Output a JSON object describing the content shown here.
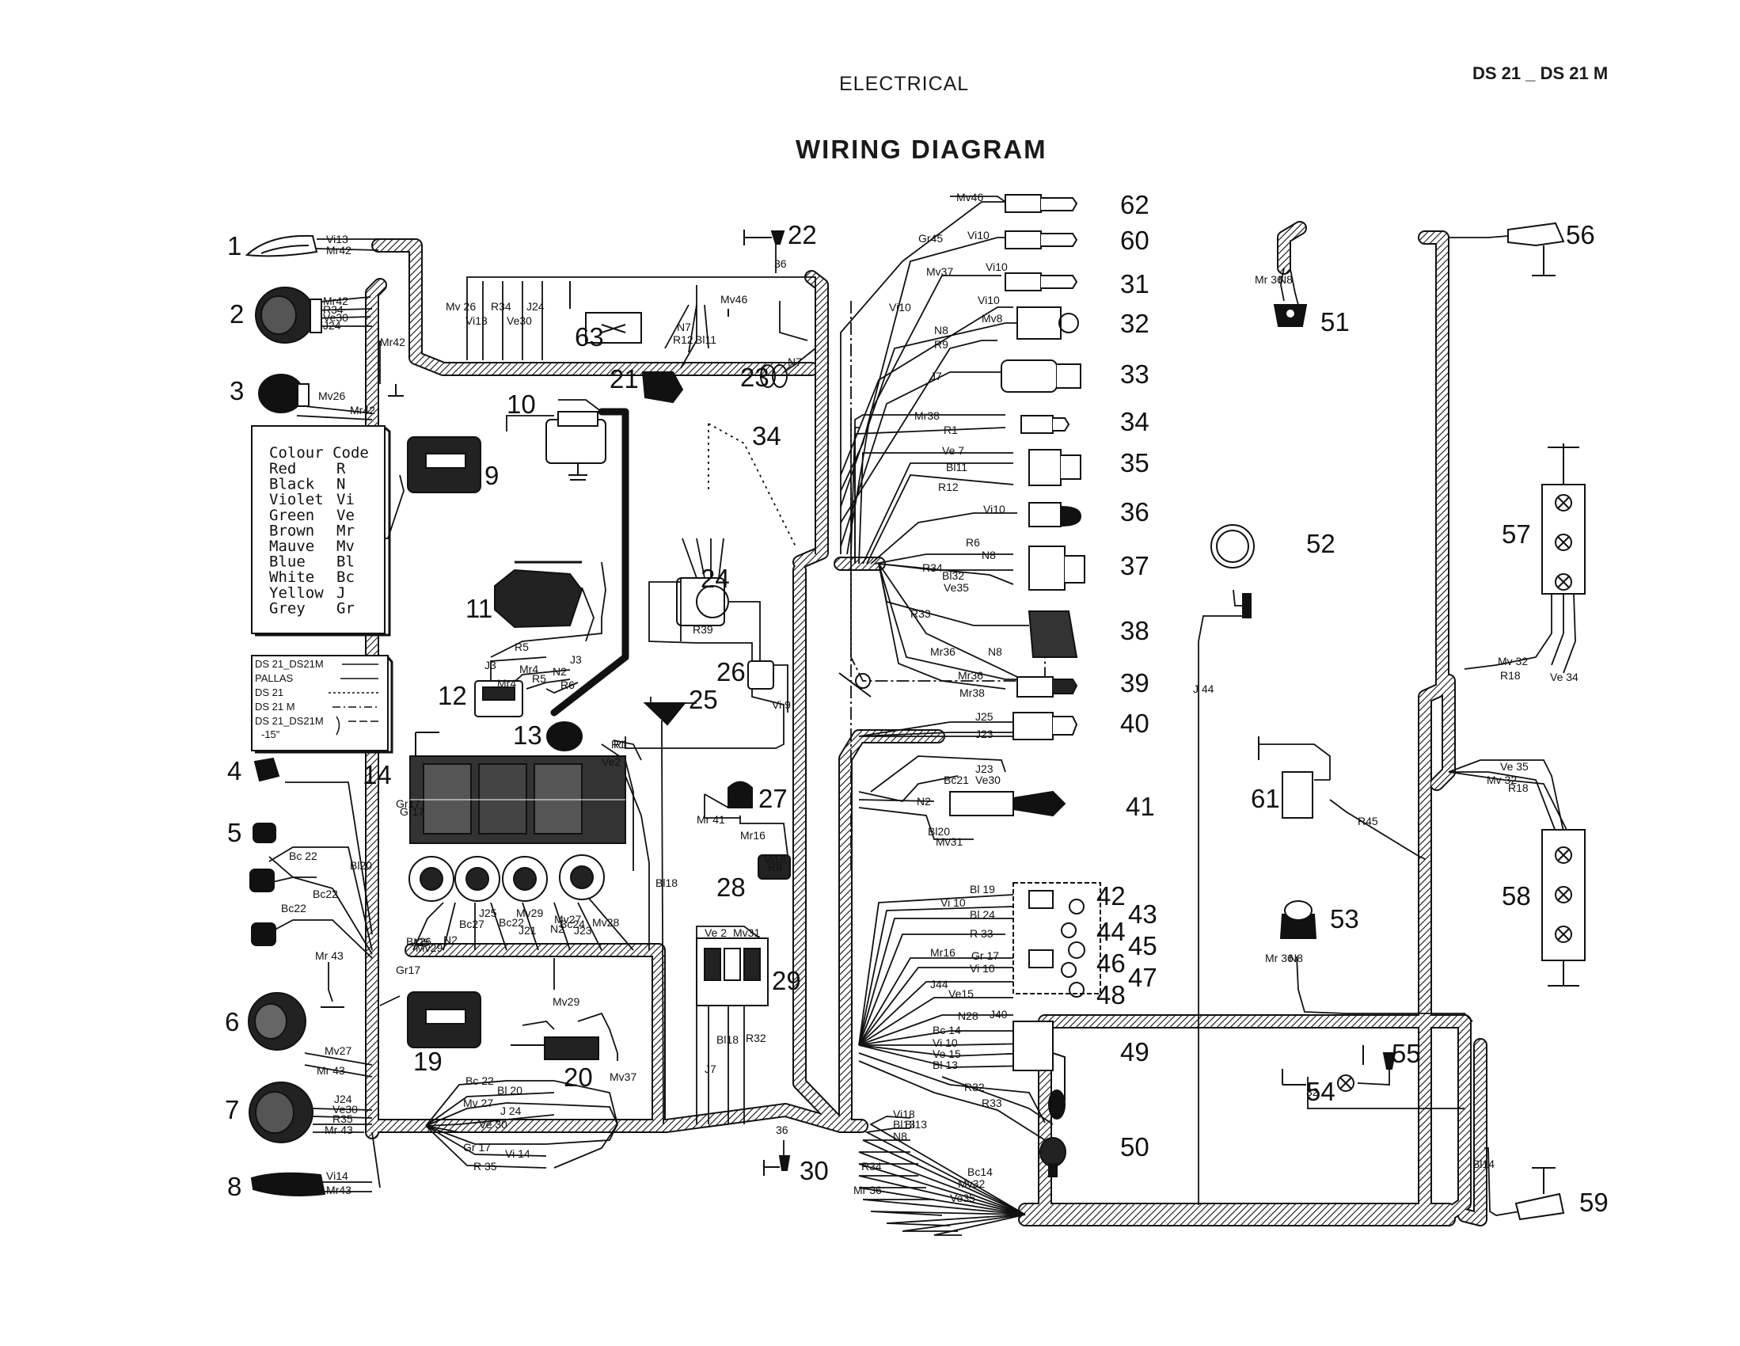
{
  "header": {
    "section": "ELECTRICAL",
    "model": "DS 21 _ DS 21 M",
    "title": "WIRING DIAGRAM"
  },
  "colour_code": {
    "title": "Colour Code",
    "rows": [
      {
        "name": "Red",
        "code": "R"
      },
      {
        "name": "Black",
        "code": "N"
      },
      {
        "name": "Violet",
        "code": "Vi"
      },
      {
        "name": "Green",
        "code": "Ve"
      },
      {
        "name": "Brown",
        "code": "Mr"
      },
      {
        "name": "Mauve",
        "code": "Mv"
      },
      {
        "name": "Blue",
        "code": "Bl"
      },
      {
        "name": "White",
        "code": "Bc"
      },
      {
        "name": "Yellow",
        "code": "J"
      },
      {
        "name": "Grey",
        "code": "Gr"
      }
    ]
  },
  "line_legend": {
    "rows": [
      "DS 21_DS21M",
      "PALLAS",
      "DS 21",
      "DS 21 M",
      "DS 21_DS21M",
      "-15\""
    ]
  },
  "components": [
    {
      "n": "1"
    },
    {
      "n": "2"
    },
    {
      "n": "3"
    },
    {
      "n": "4"
    },
    {
      "n": "5"
    },
    {
      "n": "6"
    },
    {
      "n": "7"
    },
    {
      "n": "8"
    },
    {
      "n": "9"
    },
    {
      "n": "10"
    },
    {
      "n": "11"
    },
    {
      "n": "12"
    },
    {
      "n": "13"
    },
    {
      "n": "14"
    },
    {
      "n": "19"
    },
    {
      "n": "20"
    },
    {
      "n": "21"
    },
    {
      "n": "22"
    },
    {
      "n": "23"
    },
    {
      "n": "24"
    },
    {
      "n": "25"
    },
    {
      "n": "26"
    },
    {
      "n": "27"
    },
    {
      "n": "28"
    },
    {
      "n": "29"
    },
    {
      "n": "30"
    },
    {
      "n": "31"
    },
    {
      "n": "32"
    },
    {
      "n": "33"
    },
    {
      "n": "34"
    },
    {
      "n": "34"
    },
    {
      "n": "35"
    },
    {
      "n": "36"
    },
    {
      "n": "37"
    },
    {
      "n": "38"
    },
    {
      "n": "39"
    },
    {
      "n": "40"
    },
    {
      "n": "41"
    },
    {
      "n": "42"
    },
    {
      "n": "43"
    },
    {
      "n": "44"
    },
    {
      "n": "45"
    },
    {
      "n": "46"
    },
    {
      "n": "47"
    },
    {
      "n": "48"
    },
    {
      "n": "49"
    },
    {
      "n": "50"
    },
    {
      "n": "51"
    },
    {
      "n": "52"
    },
    {
      "n": "53"
    },
    {
      "n": "54"
    },
    {
      "n": "55"
    },
    {
      "n": "56"
    },
    {
      "n": "57"
    },
    {
      "n": "58"
    },
    {
      "n": "59"
    },
    {
      "n": "60"
    },
    {
      "n": "61"
    },
    {
      "n": "62"
    },
    {
      "n": "63"
    }
  ],
  "wire_labels": [
    "Vi13",
    "Mr42",
    "Mr42",
    "R34",
    "Ve30",
    "J24",
    "Mr42",
    "Mv26",
    "Mr42",
    "Mv 26",
    "Vi13",
    "R34",
    "Ve30",
    "J24",
    "Mv46",
    "N7",
    "R12",
    "Bl11",
    "N7",
    "36",
    "Mv46",
    "Gr45",
    "Vi10",
    "Vi10",
    "Mv37",
    "Vi10",
    "Vi10",
    "Mv8",
    "N8",
    "R9",
    "J7",
    "Mr38",
    "R1",
    "Ve 7",
    "Bl11",
    "R12",
    "Vi10",
    "R6",
    "N8",
    "R34",
    "Bl32",
    "Ve35",
    "R33",
    "Mr36",
    "N8",
    "Mr36",
    "Mr38",
    "J25",
    "J23",
    "J23",
    "Bc21",
    "Ve30",
    "N2",
    "Bl20",
    "Mv31",
    "R1",
    "Gr17",
    "J3",
    "R5",
    "Mr4",
    "J3",
    "Mr4",
    "R5",
    "N2",
    "R6",
    "R39",
    "Vi 9",
    "R1",
    "Ve2",
    "Gr17",
    "Bl20",
    "Bc 22",
    "Bc22",
    "Bc22",
    "Mr 43",
    "Bc26",
    "Bc27",
    "N2",
    "J25",
    "Mv29",
    "J25",
    "Bc22",
    "Mv29",
    "J21",
    "N2",
    "Mv27",
    "Bc24",
    "J23",
    "Mv28",
    "Mv29",
    "Bl18",
    "Gr17",
    "Mv27",
    "Mr 43",
    "J24",
    "Ve30",
    "R35",
    "Mr 43",
    "Vi14",
    "Mr43",
    "Bc 22",
    "Bl 20",
    "Mv 27",
    "J 24",
    "Ve 30",
    "Gr 17",
    "Vi 14",
    "R 35",
    "Mv37",
    "Mr 41",
    "Mr16",
    "Vi18",
    "R8",
    "Ve 2",
    "Mv31",
    "Bl18",
    "R32",
    "J7",
    "36",
    "Bl 19",
    "Vi 10",
    "Bl 24",
    "R 33",
    "Mr16",
    "Gr 17",
    "Vi 10",
    "J44",
    "Ve15",
    "N28",
    "J40",
    "Bc 14",
    "Vi 10",
    "Ve 15",
    "Bl 13",
    "R32",
    "R33",
    "Vi18",
    "Bl13",
    "N8",
    "Bc14",
    "R34",
    "Mv32",
    "Mr 36",
    "Ve35",
    "Bl13",
    "Mr 36",
    "N8",
    "J 44",
    "Mv 32",
    "R18",
    "Ve 34",
    "Ve 35",
    "Mv 32",
    "R18",
    "R45",
    "Mr 36",
    "N8",
    "32",
    "Bl14"
  ]
}
